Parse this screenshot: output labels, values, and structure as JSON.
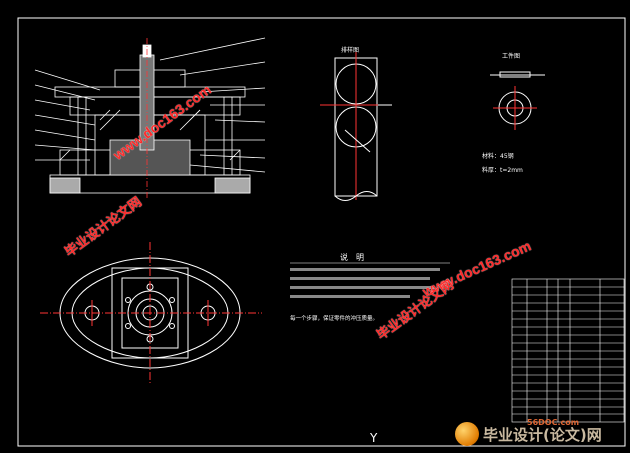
{
  "drawing": {
    "view_labels": {
      "layout": "排样图",
      "part": "工件图"
    },
    "notes": {
      "title": "说　明",
      "material": "材料：45钢",
      "thickness": "料厚：t=2mm",
      "last_line": "每一个步骤，保证零件的冲压质量。"
    },
    "axis_mark": "Y"
  },
  "watermarks": {
    "cn": "毕业设计论文网",
    "url": "www.doc163.com"
  },
  "footer": {
    "site": "56DOC.com",
    "logo_text": "毕业设计(论文)网"
  },
  "colors": {
    "background": "#000000",
    "line": "#ffffff",
    "center_line": "#ff3333",
    "watermark": "#ff2a2a"
  }
}
